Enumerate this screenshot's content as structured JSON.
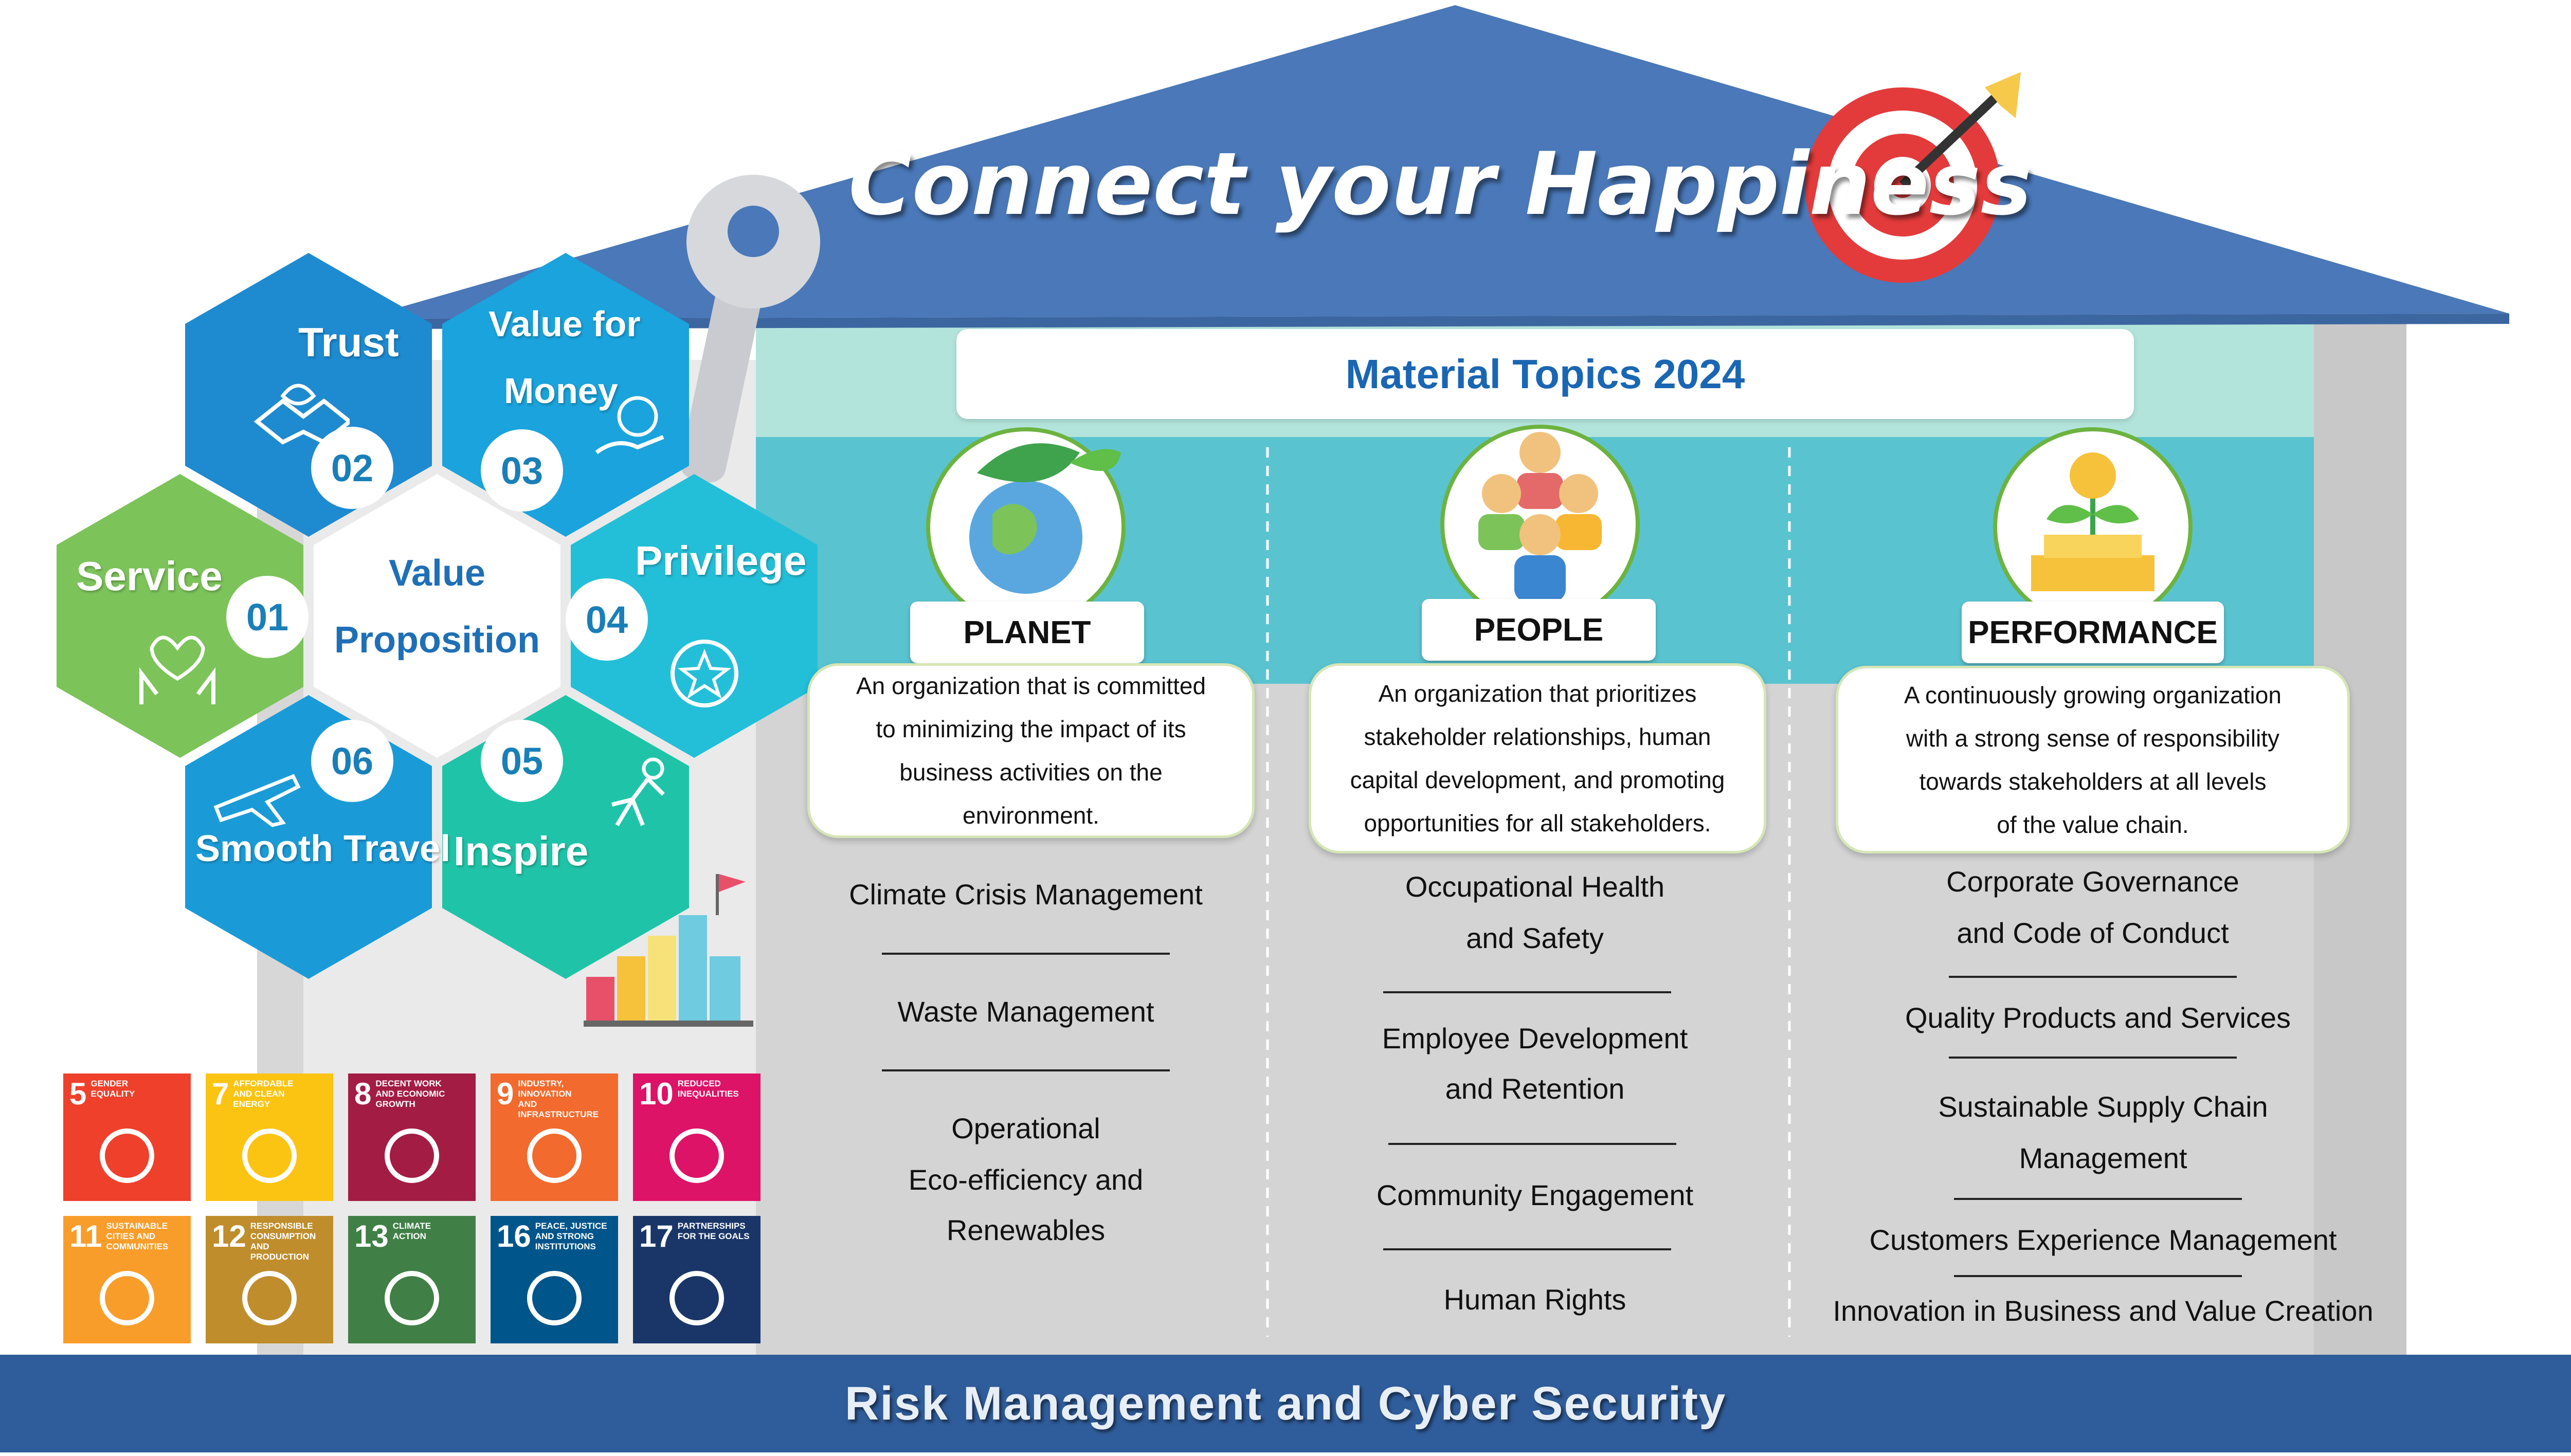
{
  "title": "Connect your Happiness",
  "material_topics_title": "Material Topics 2024",
  "value_proposition": {
    "center_line1": "Value",
    "center_line2": "Proposition",
    "items": [
      {
        "number": "01",
        "label": "Service",
        "color": "#7cc35a"
      },
      {
        "number": "02",
        "label": "Trust",
        "color": "#1e8ad0"
      },
      {
        "number": "03",
        "label_line1": "Value for",
        "label_line2": "Money",
        "color": "#1aa3dc"
      },
      {
        "number": "04",
        "label": "Privilege",
        "color": "#23bfd8"
      },
      {
        "number": "05",
        "label": "Inspire",
        "color": "#1fc4a8"
      },
      {
        "number": "06",
        "label": "Smooth Travel",
        "color": "#1a9bd8"
      }
    ]
  },
  "pillars": [
    {
      "name": "PLANET",
      "description_lines": [
        "An organization that is committed",
        "to minimizing the impact of its",
        "business activities on the",
        "environment."
      ],
      "topics": [
        {
          "lines": [
            "Climate Crisis Management"
          ]
        },
        {
          "lines": [
            "Waste Management"
          ]
        },
        {
          "lines": [
            "Operational",
            "Eco-efficiency and",
            "Renewables"
          ]
        }
      ]
    },
    {
      "name": "PEOPLE",
      "description_lines": [
        "An organization that prioritizes",
        "stakeholder relationships, human",
        "capital development, and promoting",
        "opportunities for all stakeholders."
      ],
      "topics": [
        {
          "lines": [
            "Occupational Health",
            "and Safety"
          ]
        },
        {
          "lines": [
            "Employee Development",
            "and Retention"
          ]
        },
        {
          "lines": [
            "Community Engagement"
          ]
        },
        {
          "lines": [
            "Human Rights"
          ]
        }
      ]
    },
    {
      "name": "PERFORMANCE",
      "description_lines": [
        "A continuously growing organization",
        "with a strong sense of responsibility",
        "towards stakeholders at all levels",
        "of the value chain."
      ],
      "topics": [
        {
          "lines": [
            "Corporate Governance",
            "and Code of Conduct"
          ]
        },
        {
          "lines": [
            "Quality Products and Services"
          ]
        },
        {
          "lines": [
            "Sustainable Supply Chain",
            "Management"
          ]
        },
        {
          "lines": [
            "Customers Experience Management"
          ]
        },
        {
          "lines": [
            "Innovation in Business and Value Creation"
          ]
        }
      ]
    }
  ],
  "sdgs": [
    {
      "number": "5",
      "label": "Gender Equality",
      "color": "#ef402b"
    },
    {
      "number": "7",
      "label": "Affordable and Clean Energy",
      "color": "#fbc412"
    },
    {
      "number": "8",
      "label": "Decent Work and Economic Growth",
      "color": "#a31c44"
    },
    {
      "number": "9",
      "label": "Industry, Innovation and Infrastructure",
      "color": "#f26a2d"
    },
    {
      "number": "10",
      "label": "Reduced Inequalities",
      "color": "#dd1367"
    },
    {
      "number": "11",
      "label": "Sustainable Cities and Communities",
      "color": "#f89d2a"
    },
    {
      "number": "12",
      "label": "Responsible Consumption and Production",
      "color": "#bf8d2c"
    },
    {
      "number": "13",
      "label": "Climate Action",
      "color": "#407f46"
    },
    {
      "number": "16",
      "label": "Peace, Justice and Strong Institutions",
      "color": "#00558a"
    },
    {
      "number": "17",
      "label": "Partnerships for the Goals",
      "color": "#1a3668"
    }
  ],
  "footer": "Risk Management  and  Cyber Security",
  "colors": {
    "roof": "#4a78b8",
    "band_light": "#b3e4dc",
    "band_teal": "#5ac3d0",
    "body_gray": "#d4d4d4",
    "footer": "#2f5c9a"
  }
}
